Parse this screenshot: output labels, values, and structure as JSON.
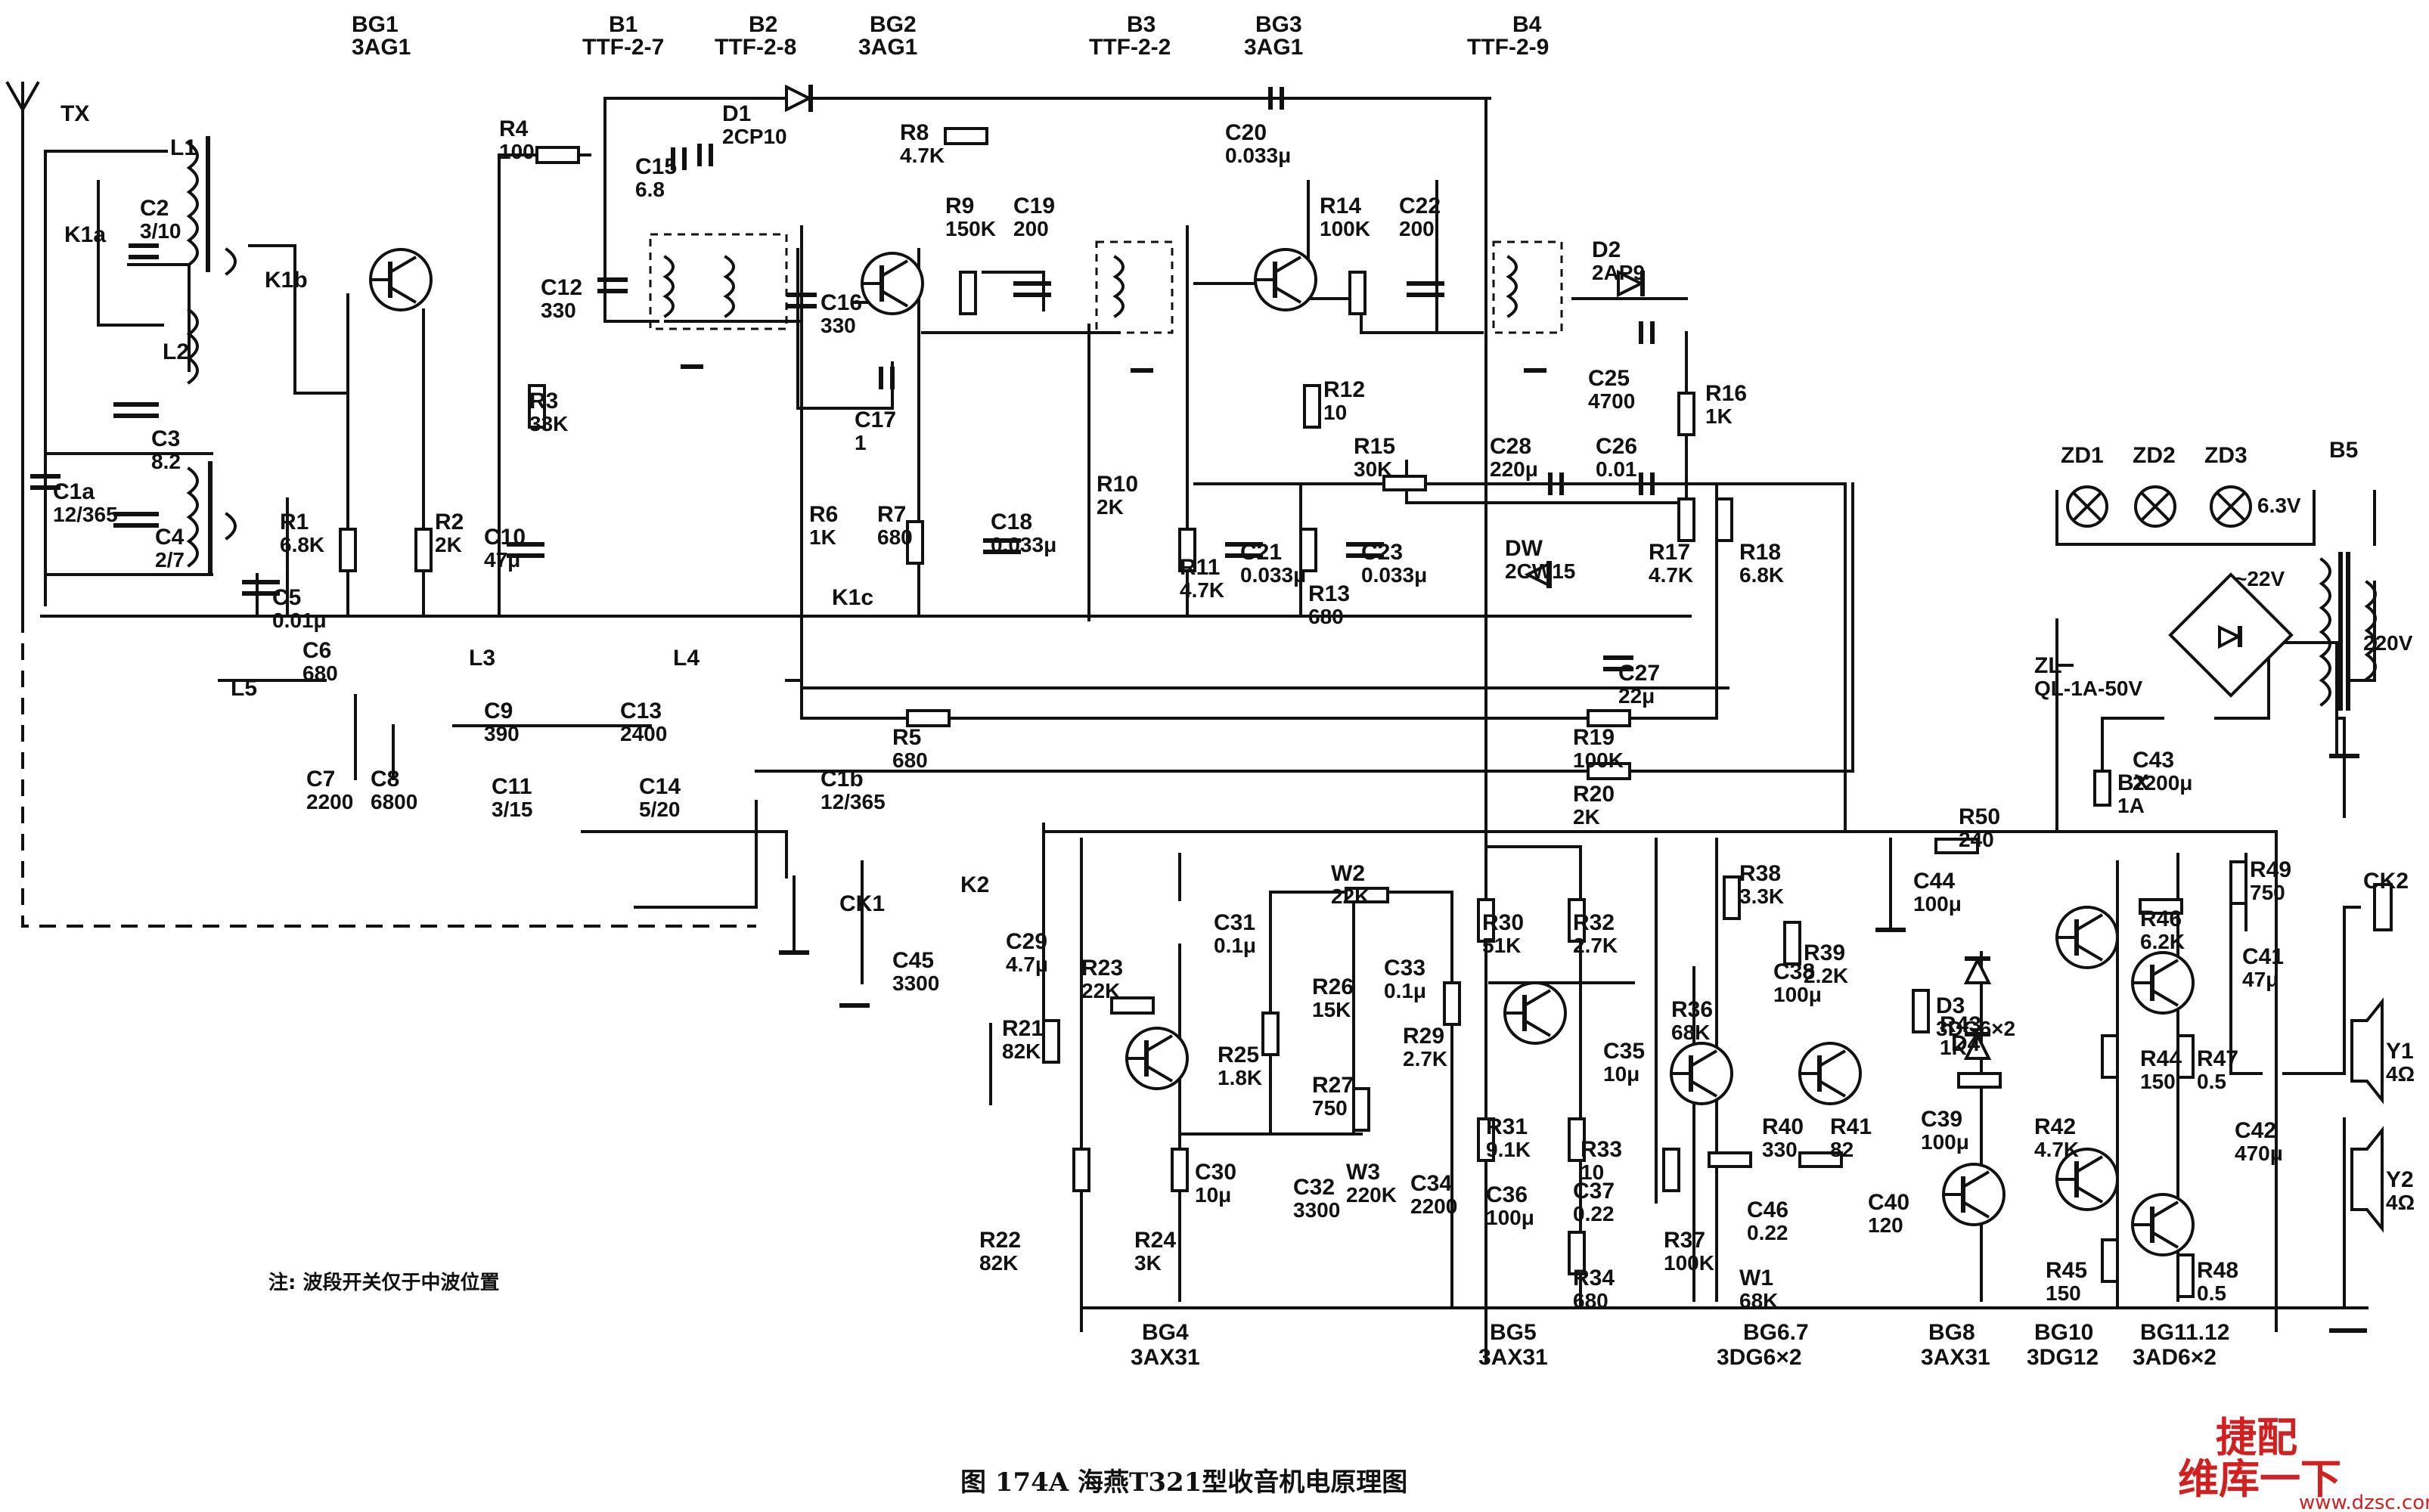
{
  "caption": "图 174A   海燕T321型收音机电原理图",
  "note": "注: 波段开关仅于中波位置",
  "watermark": {
    "brand": "维库一下",
    "site": "www.dzsc.com",
    "mark": "捷配"
  },
  "antenna_label": "TX",
  "header_labels": [
    {
      "id": "bg1",
      "name": "BG1",
      "model": "3AG1"
    },
    {
      "id": "b1",
      "name": "B1",
      "model": "TTF-2-7"
    },
    {
      "id": "b2",
      "name": "B2",
      "model": "TTF-2-8"
    },
    {
      "id": "bg2",
      "name": "BG2",
      "model": "3AG1"
    },
    {
      "id": "b3",
      "name": "B3",
      "model": "TTF-2-2"
    },
    {
      "id": "bg3",
      "name": "BG3",
      "model": "3AG1"
    },
    {
      "id": "b4",
      "name": "B4",
      "model": "TTF-2-9"
    }
  ],
  "bottom_labels": [
    {
      "id": "bg4",
      "name": "BG4",
      "model": "3AX31"
    },
    {
      "id": "bg5",
      "name": "BG5",
      "model": "3AX31"
    },
    {
      "id": "bg67",
      "name": "BG6.7",
      "model": "3DG6×2"
    },
    {
      "id": "bg8",
      "name": "BG8",
      "model": "3AX31"
    },
    {
      "id": "bg10",
      "name": "BG10",
      "model": "3DG12"
    },
    {
      "id": "bg1112",
      "name": "BG11.12",
      "model": "3AD6×2"
    }
  ],
  "components": [
    {
      "id": "L1",
      "ref": "L1",
      "value": ""
    },
    {
      "id": "C2",
      "ref": "C2",
      "value": "3/10"
    },
    {
      "id": "K1a",
      "ref": "K1a",
      "value": ""
    },
    {
      "id": "K1b",
      "ref": "K1b",
      "value": ""
    },
    {
      "id": "L2",
      "ref": "L2",
      "value": ""
    },
    {
      "id": "C3",
      "ref": "C3",
      "value": "8.2"
    },
    {
      "id": "C4",
      "ref": "C4",
      "value": "2/7"
    },
    {
      "id": "C1a",
      "ref": "C1a",
      "value": "12/365"
    },
    {
      "id": "C5",
      "ref": "C5",
      "value": "0.01μ"
    },
    {
      "id": "R4",
      "ref": "R4",
      "value": "100"
    },
    {
      "id": "D1",
      "ref": "D1",
      "value": "2CP10"
    },
    {
      "id": "R8",
      "ref": "R8",
      "value": "4.7K"
    },
    {
      "id": "C15",
      "ref": "C15",
      "value": "6.8"
    },
    {
      "id": "C12",
      "ref": "C12",
      "value": "330"
    },
    {
      "id": "C16",
      "ref": "C16",
      "value": "330"
    },
    {
      "id": "R3",
      "ref": "R3",
      "value": "33K"
    },
    {
      "id": "R1",
      "ref": "R1",
      "value": "6.8K"
    },
    {
      "id": "R2",
      "ref": "R2",
      "value": "2K"
    },
    {
      "id": "C10",
      "ref": "C10",
      "value": "47μ"
    },
    {
      "id": "R9",
      "ref": "R9",
      "value": "150K"
    },
    {
      "id": "C19",
      "ref": "C19",
      "value": "200"
    },
    {
      "id": "C17",
      "ref": "C17",
      "value": "1"
    },
    {
      "id": "R6",
      "ref": "R6",
      "value": "1K"
    },
    {
      "id": "R7",
      "ref": "R7",
      "value": "680"
    },
    {
      "id": "C18",
      "ref": "C18",
      "value": "0.033μ"
    },
    {
      "id": "K1c",
      "ref": "K1c",
      "value": ""
    },
    {
      "id": "C20",
      "ref": "C20",
      "value": "0.033μ"
    },
    {
      "id": "R14",
      "ref": "R14",
      "value": "100K"
    },
    {
      "id": "C22",
      "ref": "C22",
      "value": "200"
    },
    {
      "id": "R10",
      "ref": "R10",
      "value": "2K"
    },
    {
      "id": "R12",
      "ref": "R12",
      "value": "10"
    },
    {
      "id": "R11",
      "ref": "R11",
      "value": "4.7K"
    },
    {
      "id": "C21",
      "ref": "C21",
      "value": "0.033μ"
    },
    {
      "id": "R13",
      "ref": "R13",
      "value": "680"
    },
    {
      "id": "C23",
      "ref": "C23",
      "value": "0.033μ"
    },
    {
      "id": "R15",
      "ref": "R15",
      "value": "30K"
    },
    {
      "id": "D2",
      "ref": "D2",
      "value": "2AP9"
    },
    {
      "id": "C25",
      "ref": "C25",
      "value": "4700"
    },
    {
      "id": "C28",
      "ref": "C28",
      "value": "220μ"
    },
    {
      "id": "C26",
      "ref": "C26",
      "value": "0.01"
    },
    {
      "id": "R16",
      "ref": "R16",
      "value": "1K"
    },
    {
      "id": "DW",
      "ref": "DW",
      "value": "2CW15"
    },
    {
      "id": "R17",
      "ref": "R17",
      "value": "4.7K"
    },
    {
      "id": "R18",
      "ref": "R18",
      "value": "6.8K"
    },
    {
      "id": "C27",
      "ref": "C27",
      "value": "22μ"
    },
    {
      "id": "R5",
      "ref": "R5",
      "value": "680"
    },
    {
      "id": "R19",
      "ref": "R19",
      "value": "100K"
    },
    {
      "id": "R20",
      "ref": "R20",
      "value": "2K"
    },
    {
      "id": "C6",
      "ref": "C6",
      "value": "680"
    },
    {
      "id": "L5",
      "ref": "L5",
      "value": ""
    },
    {
      "id": "L3",
      "ref": "L3",
      "value": ""
    },
    {
      "id": "L4",
      "ref": "L4",
      "value": ""
    },
    {
      "id": "C7",
      "ref": "C7",
      "value": "2200"
    },
    {
      "id": "C8",
      "ref": "C8",
      "value": "6800"
    },
    {
      "id": "C9",
      "ref": "C9",
      "value": "390"
    },
    {
      "id": "C11",
      "ref": "C11",
      "value": "3/15"
    },
    {
      "id": "C13",
      "ref": "C13",
      "value": "2400"
    },
    {
      "id": "C14",
      "ref": "C14",
      "value": "5/20"
    },
    {
      "id": "C1b",
      "ref": "C1b",
      "value": "12/365"
    },
    {
      "id": "CK1",
      "ref": "CK1",
      "value": ""
    },
    {
      "id": "C45",
      "ref": "C45",
      "value": "3300"
    },
    {
      "id": "K2",
      "ref": "K2",
      "value": ""
    },
    {
      "id": "C29",
      "ref": "C29",
      "value": "4.7μ"
    },
    {
      "id": "R23",
      "ref": "R23",
      "value": "22K"
    },
    {
      "id": "R21",
      "ref": "R21",
      "value": "82K"
    },
    {
      "id": "R22",
      "ref": "R22",
      "value": "82K"
    },
    {
      "id": "R24",
      "ref": "R24",
      "value": "3K"
    },
    {
      "id": "W2",
      "ref": "W2",
      "value": "22K"
    },
    {
      "id": "C31",
      "ref": "C31",
      "value": "0.1μ"
    },
    {
      "id": "R26",
      "ref": "R26",
      "value": "15K"
    },
    {
      "id": "C33",
      "ref": "C33",
      "value": "0.1μ"
    },
    {
      "id": "R25",
      "ref": "R25",
      "value": "1.8K"
    },
    {
      "id": "R29",
      "ref": "R29",
      "value": "2.7K"
    },
    {
      "id": "R27",
      "ref": "R27",
      "value": "750"
    },
    {
      "id": "C30",
      "ref": "C30",
      "value": "10μ"
    },
    {
      "id": "C32",
      "ref": "C32",
      "value": "3300"
    },
    {
      "id": "W3",
      "ref": "W3",
      "value": "220K"
    },
    {
      "id": "C34",
      "ref": "C34",
      "value": "2200"
    },
    {
      "id": "R30",
      "ref": "R30",
      "value": "51K"
    },
    {
      "id": "R32",
      "ref": "R32",
      "value": "2.7K"
    },
    {
      "id": "C35",
      "ref": "C35",
      "value": "10μ"
    },
    {
      "id": "R31",
      "ref": "R31",
      "value": "9.1K"
    },
    {
      "id": "R33",
      "ref": "R33",
      "value": "10"
    },
    {
      "id": "C36",
      "ref": "C36",
      "value": "100μ"
    },
    {
      "id": "C37",
      "ref": "C37",
      "value": "0.22"
    },
    {
      "id": "R34",
      "ref": "R34",
      "value": "680"
    },
    {
      "id": "R38",
      "ref": "R38",
      "value": "3.3K"
    },
    {
      "id": "C44",
      "ref": "C44",
      "value": "100μ"
    },
    {
      "id": "R50",
      "ref": "R50",
      "value": "240"
    },
    {
      "id": "R39",
      "ref": "R39",
      "value": "2.2K"
    },
    {
      "id": "C38",
      "ref": "C38",
      "value": "100μ"
    },
    {
      "id": "R36",
      "ref": "R36",
      "value": "68K"
    },
    {
      "id": "R40",
      "ref": "R40",
      "value": "330"
    },
    {
      "id": "R41",
      "ref": "R41",
      "value": "82"
    },
    {
      "id": "C39",
      "ref": "C39",
      "value": "100μ"
    },
    {
      "id": "R37",
      "ref": "R37",
      "value": "100K"
    },
    {
      "id": "C46",
      "ref": "C46",
      "value": "0.22"
    },
    {
      "id": "W1",
      "ref": "W1",
      "value": "68K"
    },
    {
      "id": "C40",
      "ref": "C40",
      "value": "120"
    },
    {
      "id": "D3",
      "ref": "D3",
      "value": "3DG6×2"
    },
    {
      "id": "D4",
      "ref": "D4",
      "value": ""
    },
    {
      "id": "R43",
      "ref": "R43",
      "value": "1K"
    },
    {
      "id": "R42",
      "ref": "R42",
      "value": "4.7K"
    },
    {
      "id": "BX",
      "ref": "BX",
      "value": "1A"
    },
    {
      "id": "C43",
      "ref": "C43",
      "value": "2200μ"
    },
    {
      "id": "ZL",
      "ref": "ZL",
      "value": "QL-1A-50V"
    },
    {
      "id": "B5",
      "ref": "B5",
      "value": ""
    },
    {
      "id": "R46",
      "ref": "R46",
      "value": "6.2K"
    },
    {
      "id": "R49",
      "ref": "R49",
      "value": "750"
    },
    {
      "id": "C41",
      "ref": "C41",
      "value": "47μ"
    },
    {
      "id": "R44",
      "ref": "R44",
      "value": "150"
    },
    {
      "id": "R47",
      "ref": "R47",
      "value": "0.5"
    },
    {
      "id": "C42",
      "ref": "C42",
      "value": "470μ"
    },
    {
      "id": "R45",
      "ref": "R45",
      "value": "150"
    },
    {
      "id": "R48",
      "ref": "R48",
      "value": "0.5"
    },
    {
      "id": "CK2",
      "ref": "CK2",
      "value": ""
    },
    {
      "id": "Y1",
      "ref": "Y1",
      "value": "4Ω"
    },
    {
      "id": "Y2",
      "ref": "Y2",
      "value": "4Ω"
    }
  ],
  "lamps": [
    {
      "id": "zd1",
      "ref": "ZD1",
      "value": ""
    },
    {
      "id": "zd2",
      "ref": "ZD2",
      "value": ""
    },
    {
      "id": "zd3",
      "ref": "ZD3",
      "value": "6.3V"
    }
  ],
  "transformer_labels": {
    "secondary": "~22V",
    "primary": "220V"
  }
}
